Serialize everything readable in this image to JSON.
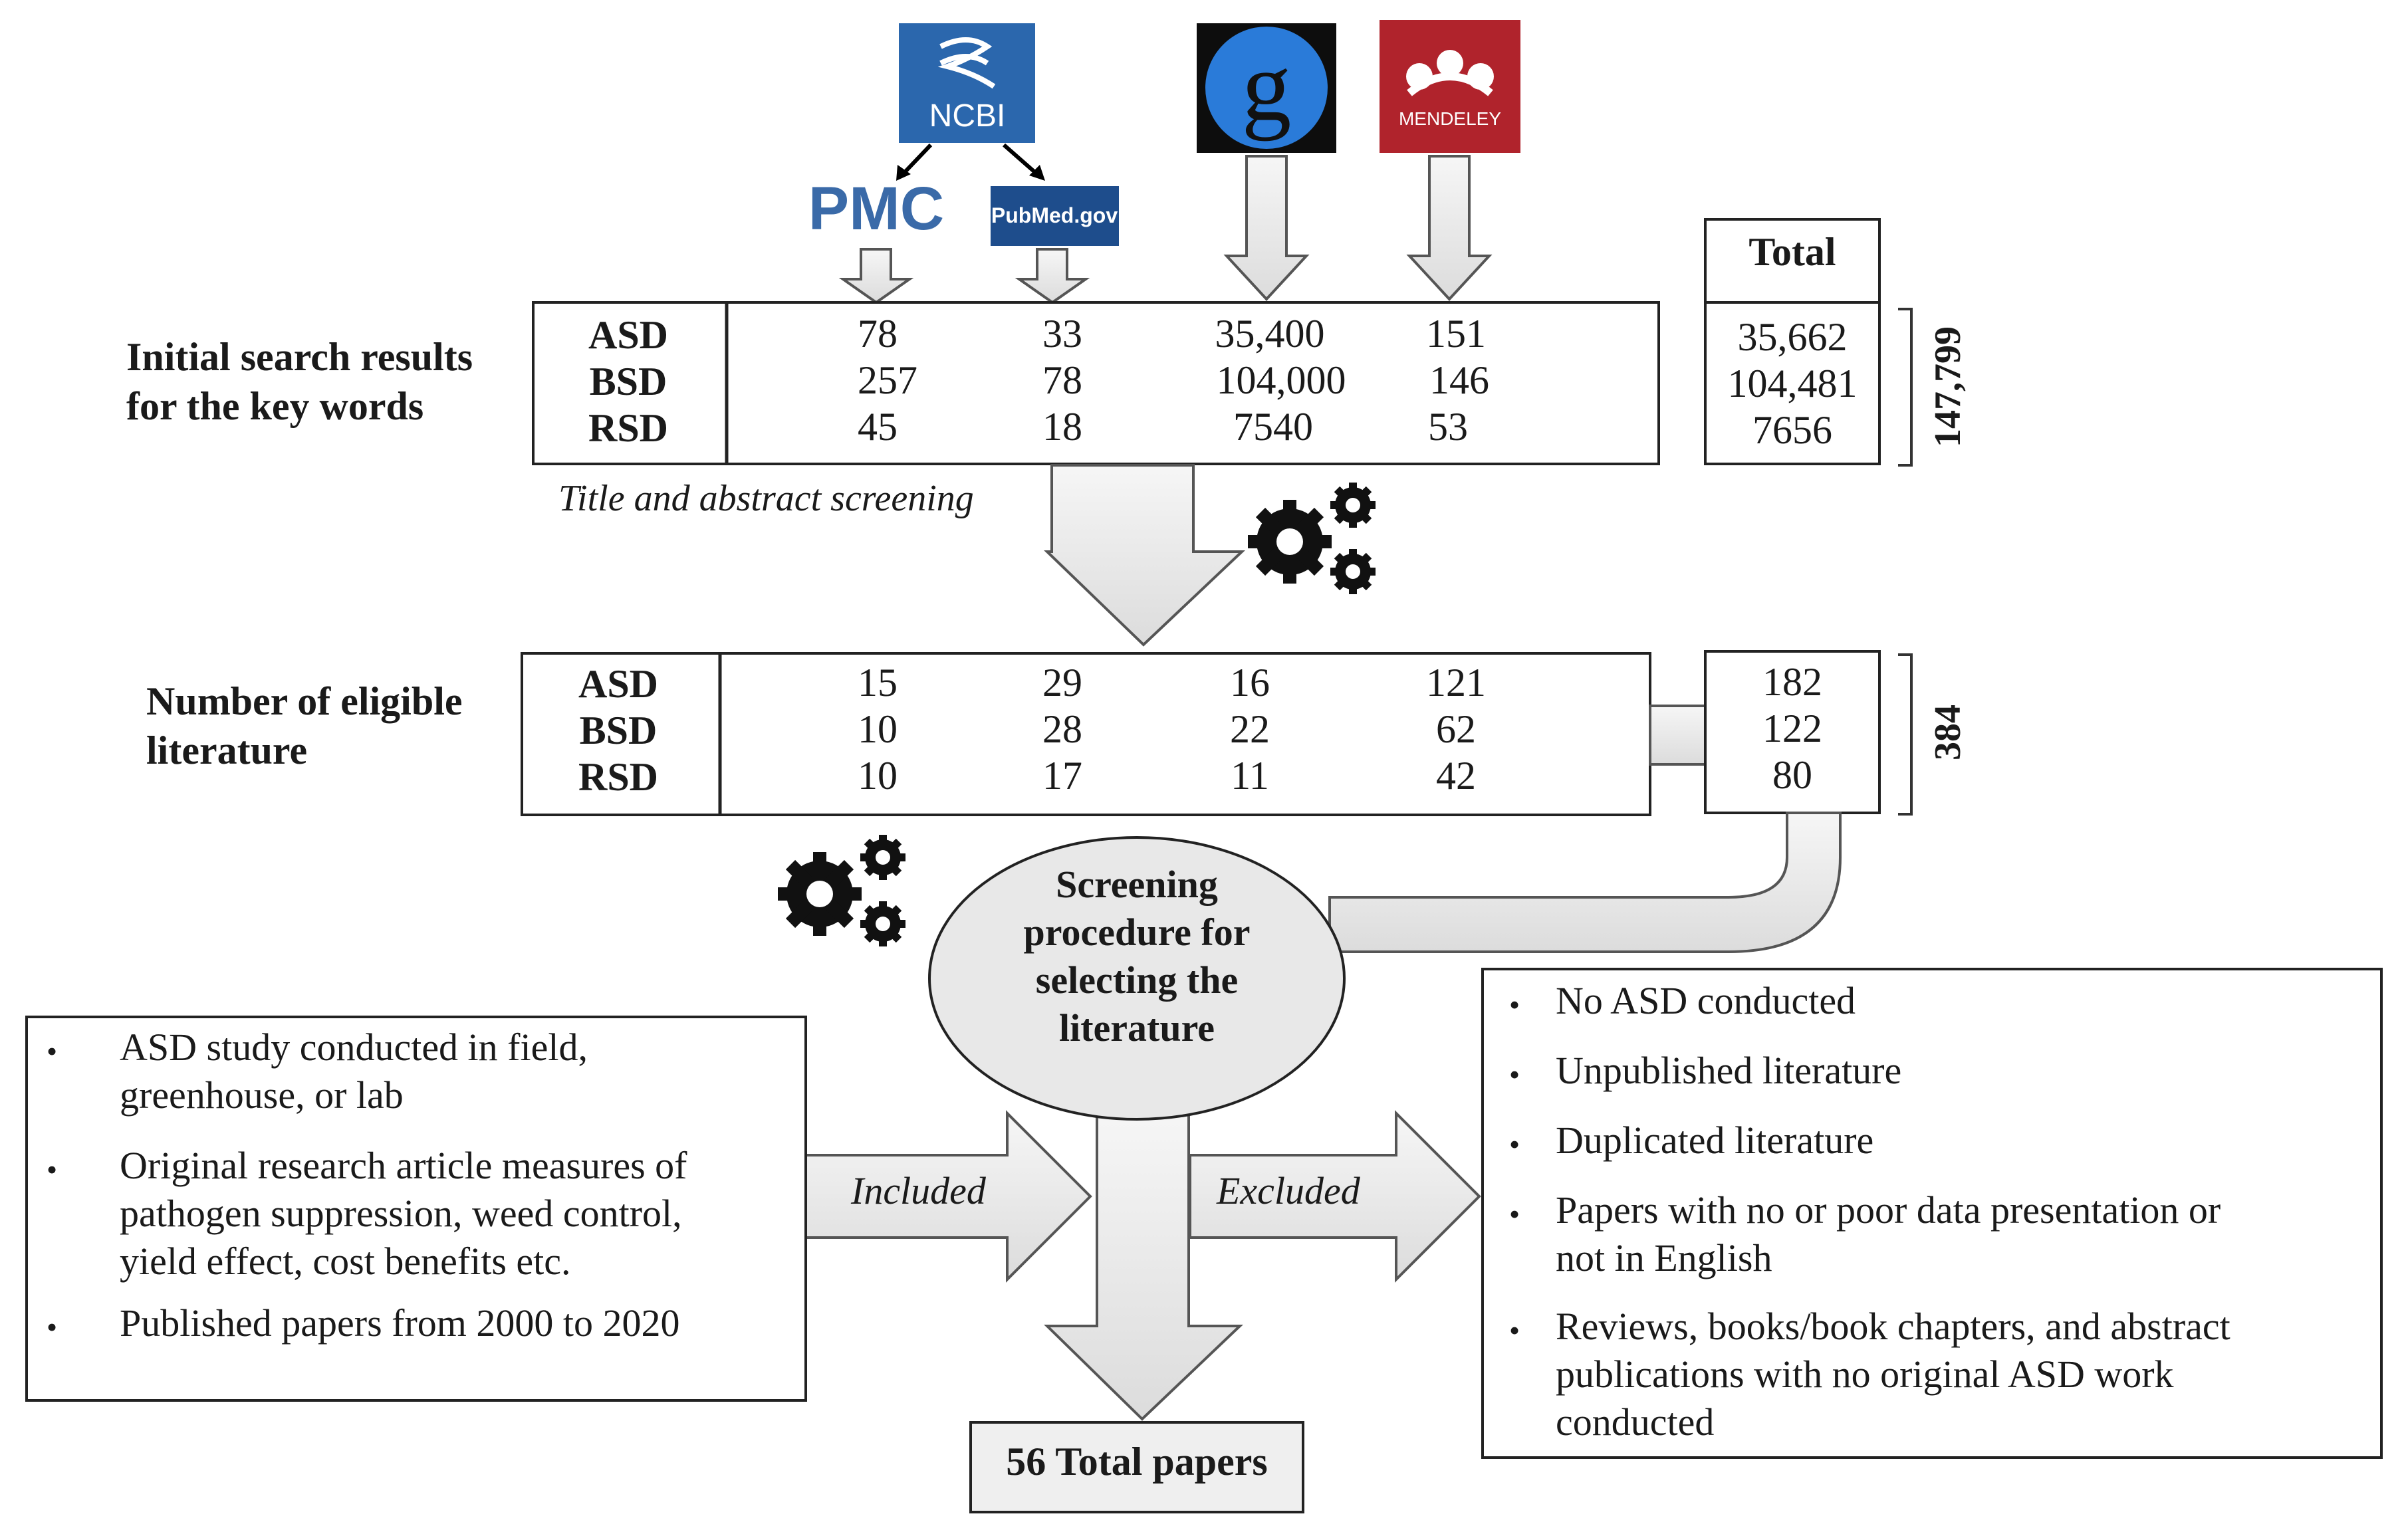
{
  "sources": {
    "ncbi_label": "NCBI",
    "pmc_label": "PMC",
    "pubmed_label": "PubMed.gov",
    "mendeley_label": "MENDELEY",
    "google_label": "g",
    "colors": {
      "ncbi": "#2b67ad",
      "pmc": "#3a6aa8",
      "pubmed": "#1e4d8c",
      "google_bg": "#0d0d0d",
      "google_circle": "#2a7bd9",
      "mendeley": "#b0232c"
    }
  },
  "initial": {
    "label_line1": "Initial search results",
    "label_line2": "for the key words",
    "rows": [
      {
        "name": "ASD",
        "values": [
          "78",
          "33",
          "35,400",
          "151"
        ],
        "total": "35,662"
      },
      {
        "name": "BSD",
        "values": [
          "257",
          "78",
          "104,000",
          "146"
        ],
        "total": "104,481"
      },
      {
        "name": "RSD",
        "values": [
          "45",
          "18",
          "7540",
          "53"
        ],
        "total": "7656"
      }
    ],
    "total_header": "Total",
    "grand_total": "147,799"
  },
  "screening_note": "Title and abstract screening",
  "eligible": {
    "label_line1": "Number of eligible",
    "label_line2": "literature",
    "rows": [
      {
        "name": "ASD",
        "values": [
          "15",
          "29",
          "16",
          "121"
        ],
        "total": "182"
      },
      {
        "name": "BSD",
        "values": [
          "10",
          "28",
          "22",
          "62"
        ],
        "total": "122"
      },
      {
        "name": "RSD",
        "values": [
          "10",
          "17",
          "11",
          "42"
        ],
        "total": "80"
      }
    ],
    "grand_total": "384"
  },
  "procedure": {
    "line1": "Screening",
    "line2": "procedure for",
    "line3": "selecting the",
    "line4": "literature"
  },
  "included": {
    "arrow_label": "Included",
    "items": [
      {
        "line1": "ASD study conducted in field,",
        "line2": "greenhouse, or lab"
      },
      {
        "line1": "Original research article measures of",
        "line2": "pathogen suppression, weed control,",
        "line3": "yield effect, cost benefits etc."
      },
      {
        "line1": "Published papers from 2000 to 2020"
      }
    ]
  },
  "excluded": {
    "arrow_label": "Excluded",
    "items": [
      {
        "line1": "No ASD conducted"
      },
      {
        "line1": "Unpublished literature"
      },
      {
        "line1": "Duplicated literature"
      },
      {
        "line1": "Papers with no or poor data presentation or",
        "line2": "not in English"
      },
      {
        "line1": "Reviews, books/book chapters, and abstract",
        "line2": "publications with no original ASD work",
        "line3": "conducted"
      }
    ]
  },
  "result": "56 Total papers",
  "bullet_char": "•"
}
